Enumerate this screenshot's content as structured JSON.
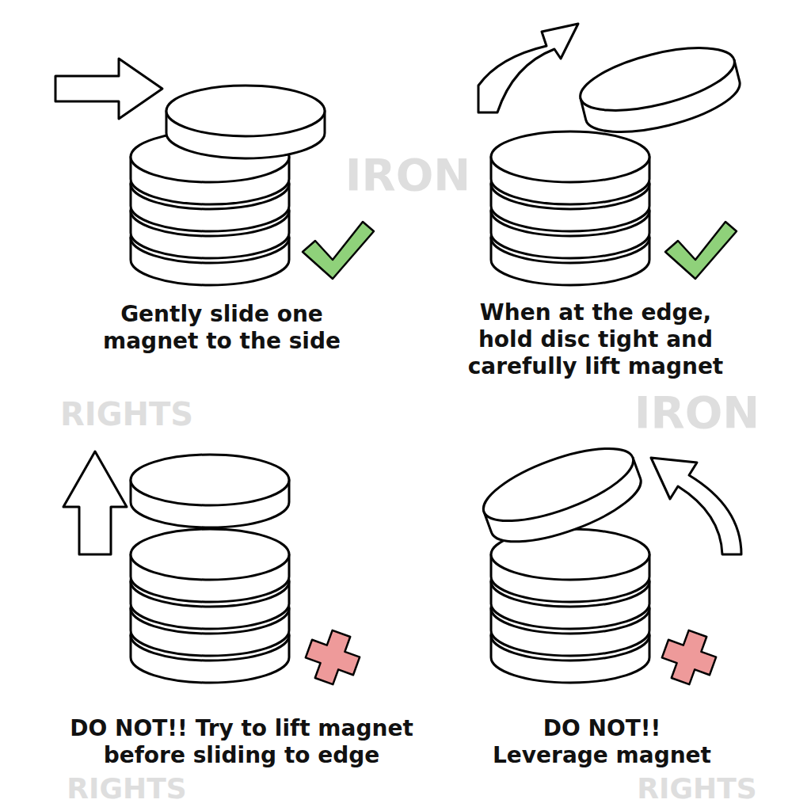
{
  "diagram": {
    "labels": [
      "Gently slide one magnet to the side",
      "When at the edge, hold disc tight and carefully lift magnet",
      "DO NOT!! Try to lift magnet before sliding to edge",
      "DO NOT!! Leverage magnet",
      "IRON",
      "RIGHTS",
      "IRON",
      "RIGHTS",
      "RIGHTS"
    ]
  }
}
